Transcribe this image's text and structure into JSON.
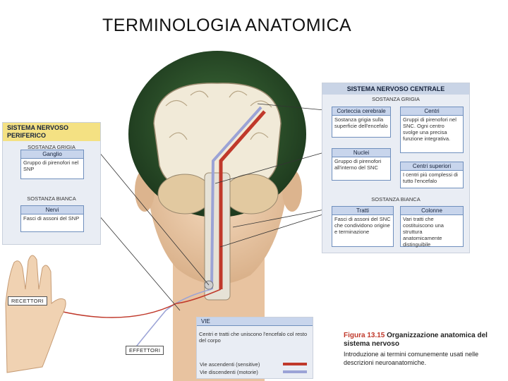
{
  "title": "TERMINOLOGIA ANATOMICA",
  "pns": {
    "header": "SISTEMA NERVOSO PERIFERICO",
    "grey_label": "SOSTANZA GRIGIA",
    "ganglio": {
      "label": "Ganglio",
      "desc": "Gruppo di pirenofori nel SNP"
    },
    "white_label": "SOSTANZA BIANCA",
    "nervi": {
      "label": "Nervi",
      "desc": "Fasci di assoni del SNP"
    }
  },
  "cns": {
    "header": "SISTEMA NERVOSO CENTRALE",
    "grey_label": "SOSTANZA GRIGIA",
    "corteccia": {
      "label": "Corteccia cerebrale",
      "desc": "Sostanza grigia sulla superficie dell'encefalo"
    },
    "centri": {
      "label": "Centri",
      "desc": "Gruppi di pirenofori nel SNC. Ogni centro svolge una precisa funzione integrativa."
    },
    "nuclei": {
      "label": "Nuclei",
      "desc": "Gruppo di pirenofori all'interno del SNC"
    },
    "centri_superiori": {
      "label": "Centri superiori",
      "desc": "I centri più complessi di tutto l'encefalo"
    },
    "white_label": "SOSTANZA BIANCA",
    "tratti": {
      "label": "Tratti",
      "desc": "Fasci di assoni del SNC che condividono origine e terminazione"
    },
    "colonne": {
      "label": "Colonne",
      "desc": "Vari tratti che costituiscono una struttura anatomicamente distinguibile"
    }
  },
  "vie": {
    "header": "VIE",
    "desc": "Centri e tratti che uniscono l'encefalo col resto del corpo",
    "ascending": "Vie ascendenti (sensitive)",
    "descending": "Vie discendenti (motorie)"
  },
  "tags": {
    "recettori": "RECETTORI",
    "effettori": "EFFETTORI"
  },
  "caption": {
    "figure": "Figura 13.15",
    "title": "Organizzazione anatomica del sistema nervoso",
    "desc": "Introduzione ai termini comunemente usati nelle descrizioni neuroanatomiche."
  },
  "colors": {
    "ascending": "#c0392b",
    "descending": "#9ba3d6",
    "panel": "#e9edf4",
    "label": "#c8d5ec",
    "pns_header": "#f4e183"
  }
}
